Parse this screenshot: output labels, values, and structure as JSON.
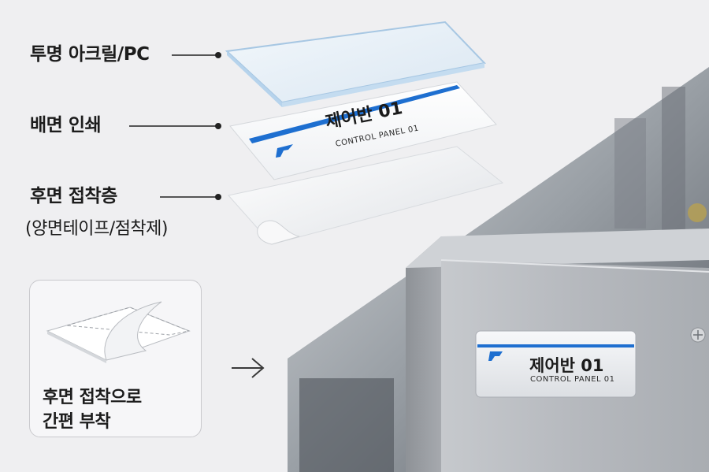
{
  "layers": {
    "top_label": "투명 아크릴/PC",
    "print_label": "배면 인쇄",
    "adhesive_label": "후면 접착층",
    "adhesive_sub": "(양면테이프/점착제)"
  },
  "nameplate": {
    "title": "제어반 01",
    "subtitle": "CONTROL PANEL 01"
  },
  "callout": {
    "line1": "후면 접착으로",
    "line2": "간편 부착"
  },
  "colors": {
    "accent_blue": "#1e6fd0",
    "cabinet_gray": "#b9bcc0",
    "text_dark": "#1c1c1c"
  },
  "icons": {
    "logo": "brand-logo-icon",
    "arrow": "arrow-right-icon",
    "screw": "screw-icon"
  }
}
